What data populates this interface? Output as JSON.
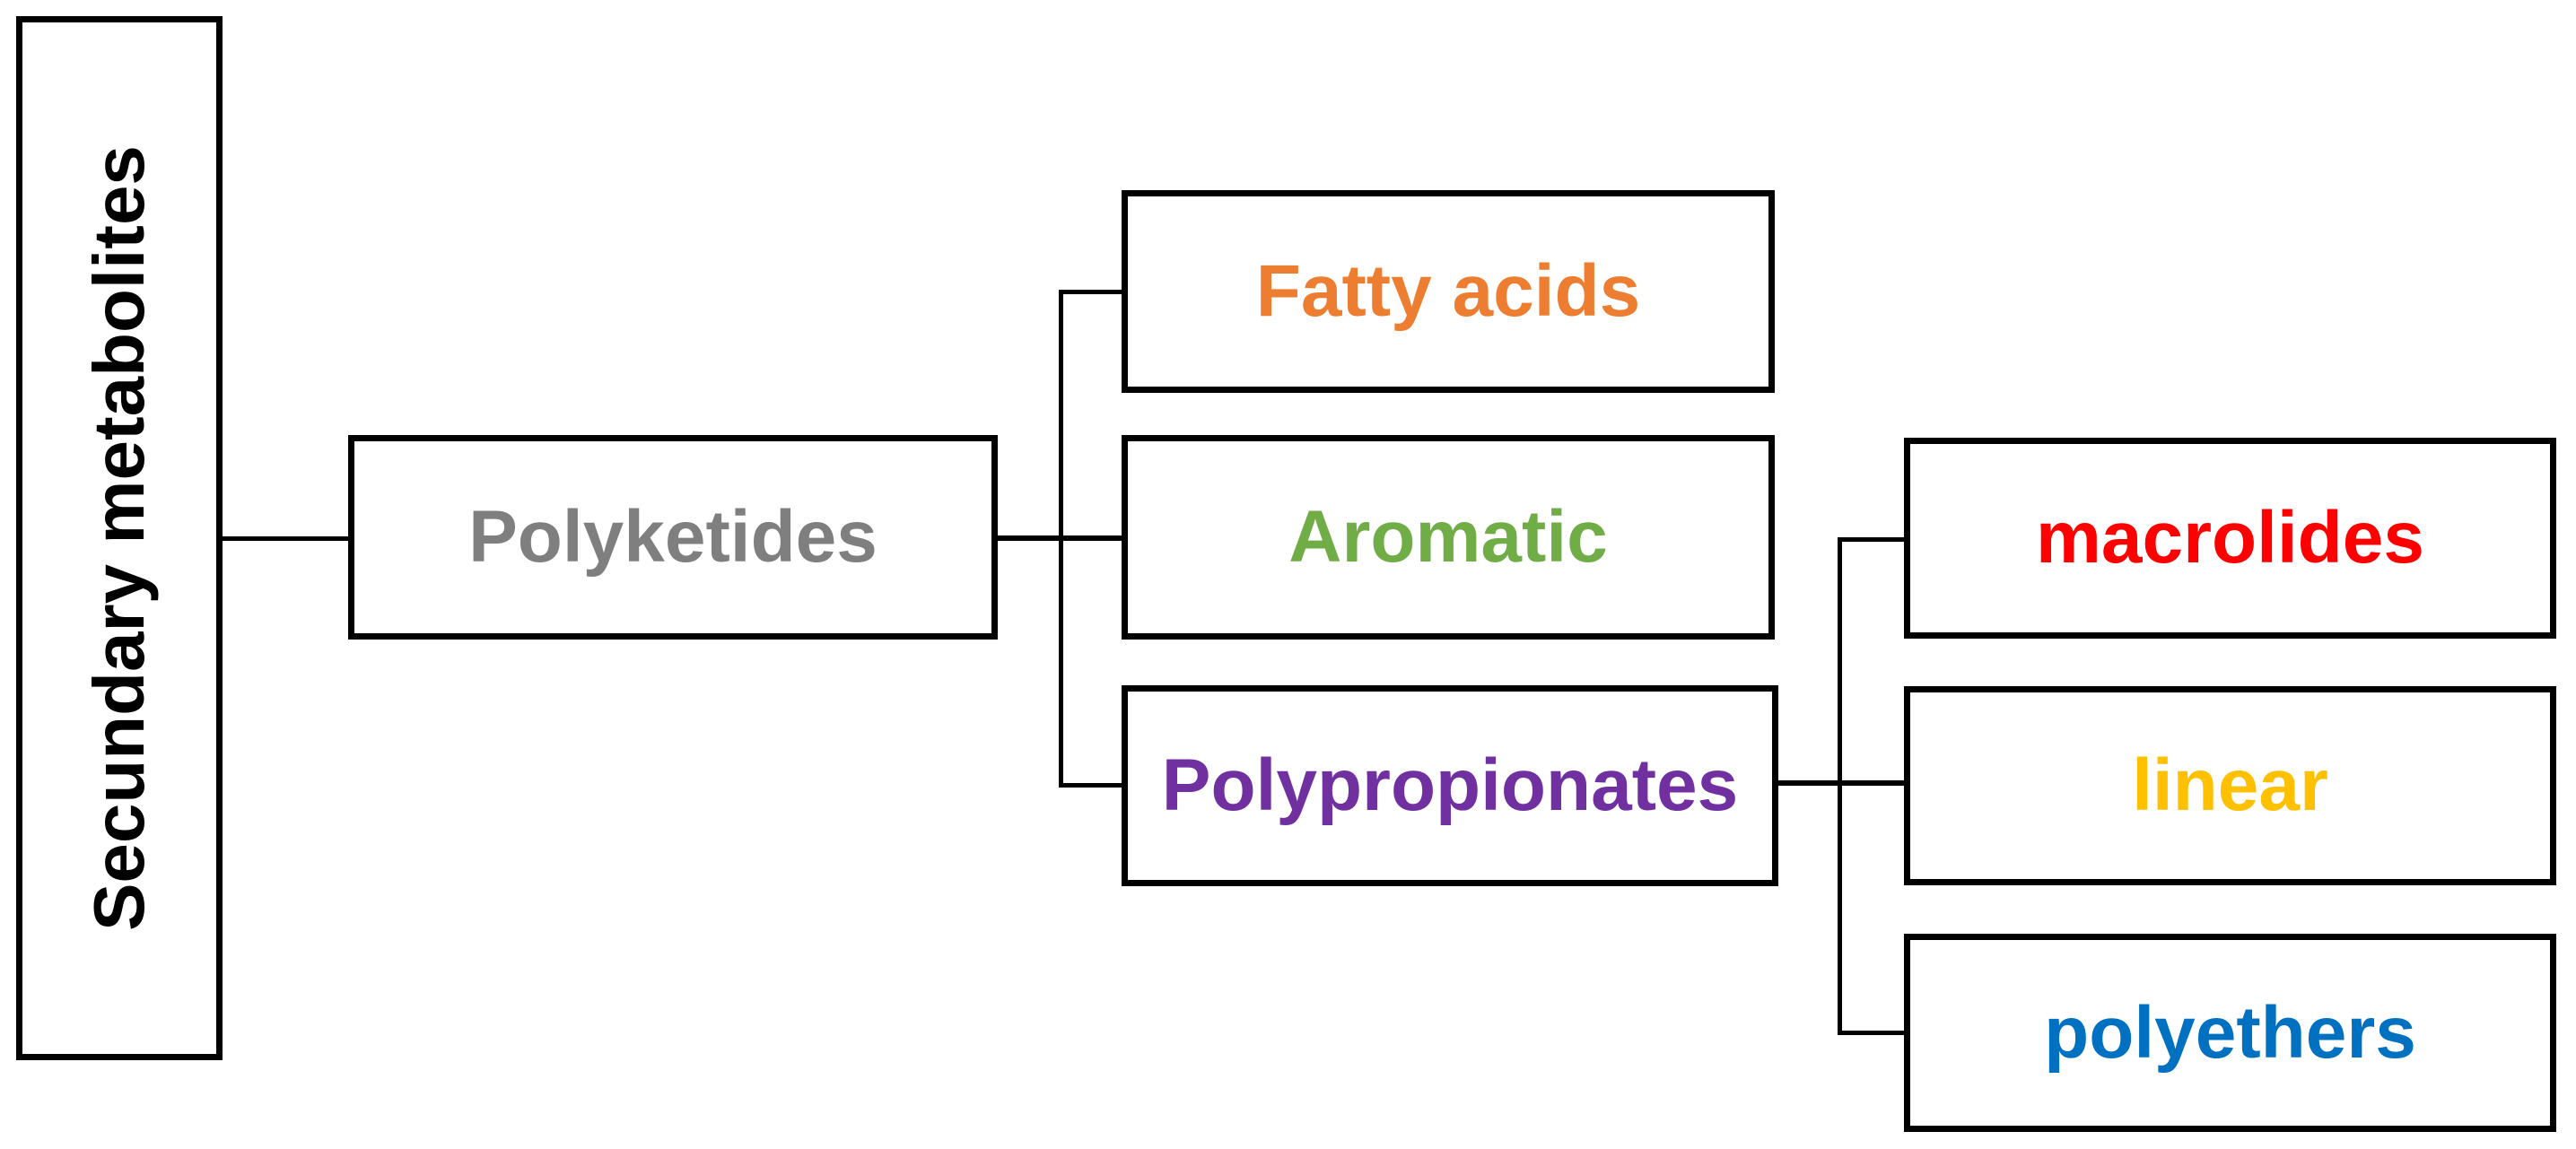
{
  "diagram": {
    "type": "tree",
    "root": {
      "label": "Secundary metabolites",
      "color": "#000000",
      "orientation": "vertical"
    },
    "level1": [
      {
        "label": "Polyketides",
        "color": "#7F7F7F"
      }
    ],
    "level2": [
      {
        "label": "Fatty acids",
        "color": "#ED7D31"
      },
      {
        "label": "Aromatic",
        "color": "#70AD47"
      },
      {
        "label": "Polypropionates",
        "color": "#7030A0"
      }
    ],
    "level3": [
      {
        "label": "macrolides",
        "color": "#FF0000"
      },
      {
        "label": "linear",
        "color": "#FFC000"
      },
      {
        "label": "polyethers",
        "color": "#0070C0"
      }
    ],
    "edges": [
      {
        "from": "Secundary metabolites",
        "to": "Polyketides"
      },
      {
        "from": "Polyketides",
        "to": "Fatty acids"
      },
      {
        "from": "Polyketides",
        "to": "Aromatic"
      },
      {
        "from": "Polyketides",
        "to": "Polypropionates"
      },
      {
        "from": "Polypropionates",
        "to": "macrolides"
      },
      {
        "from": "Polypropionates",
        "to": "linear"
      },
      {
        "from": "Polypropionates",
        "to": "polyethers"
      }
    ],
    "line_color": "#000000",
    "border_color": "#000000"
  }
}
